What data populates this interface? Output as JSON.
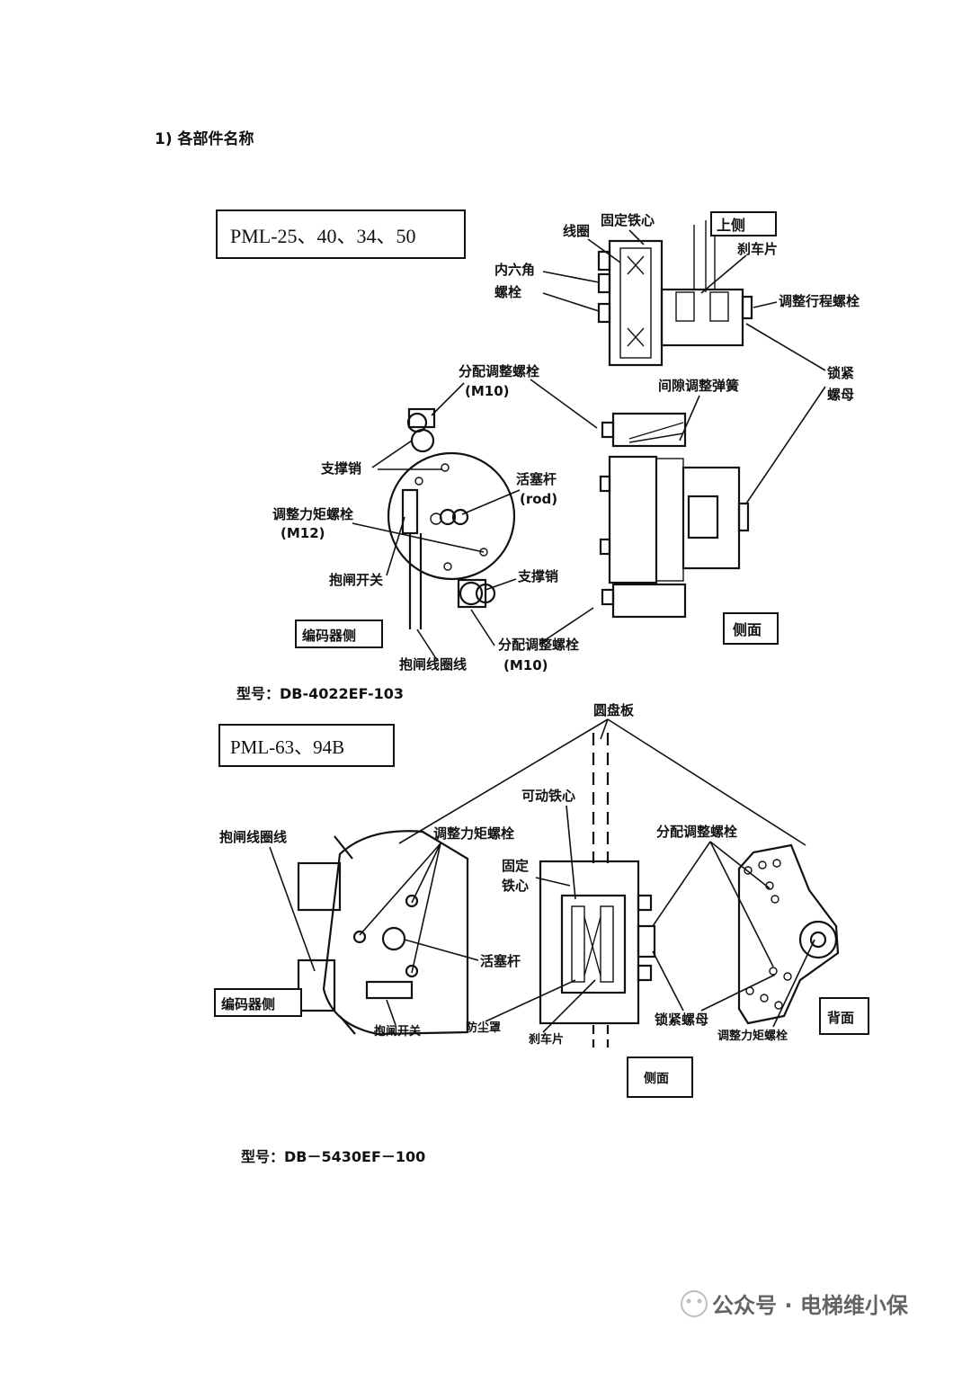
{
  "section_heading": "1)   各部件名称",
  "diagram_top": {
    "model_box": "PML-25、40、34、50",
    "model_number": "型号：DB-4022EF-103",
    "labels": {
      "coil": "线圈",
      "fixed_core": "固定铁心",
      "upper_side": "上侧",
      "brake_pad": "刹车片",
      "hex_bolt_1": "内六角",
      "hex_bolt_2": "螺栓",
      "adjust_stroke_bolt": "调整行程螺栓",
      "lock_nut_1": "锁紧",
      "lock_nut_2": "螺母",
      "dist_bolt_top_1": "分配调整螺栓",
      "dist_bolt_top_2": "(M10)",
      "gap_spring": "间隙调整弹簧",
      "support_pin_top": "支撑销",
      "piston_rod_1": "活塞杆",
      "piston_rod_2": "(rod)",
      "torque_bolt_1": "调整力矩螺栓",
      "torque_bolt_2": "(M12)",
      "brake_switch": "抱闸开关",
      "support_pin_bottom": "支撑销",
      "encoder_side": "编码器侧",
      "dist_bolt_bottom_1": "分配调整螺栓",
      "dist_bolt_bottom_2": "(M10)",
      "brake_coil_wire": "抱闸线圈线",
      "side_view": "侧面"
    }
  },
  "diagram_bottom": {
    "model_box": "PML-63、94B",
    "model_number": "型号：DB－5430EF－100",
    "labels": {
      "disc_plate": "圆盘板",
      "moving_core": "可动铁心",
      "brake_coil_wire": "抱闸线圈线",
      "torque_bolt": "调整力矩螺栓",
      "dist_bolt": "分配调整螺栓",
      "fixed_core_1": "固定",
      "fixed_core_2": "铁心",
      "piston_rod": "活塞杆",
      "encoder_side": "编码器侧",
      "brake_switch": "抱闸开关",
      "dust_cover": "防尘罩",
      "brake_pad": "刹车片",
      "lock_nut": "锁紧螺母",
      "torque_bolt_2": "调整力矩螺栓",
      "back_side": "背面",
      "side_view": "侧面"
    }
  },
  "watermark": "公众号 · 电梯维小保"
}
